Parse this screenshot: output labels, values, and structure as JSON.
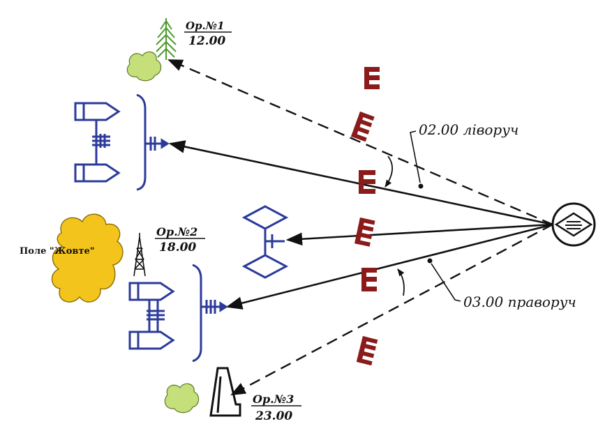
{
  "landmarks": [
    {
      "name": "Ор.№1",
      "direction": "12.00"
    },
    {
      "name": "Ор.№2",
      "direction": "18.00"
    },
    {
      "name": "Ор.№3",
      "direction": "23.00"
    }
  ],
  "annotations": {
    "left_turn": "02.00 ліворуч",
    "right_turn": "03.00 праворуч",
    "field_label": "Поле \"Жовте\""
  },
  "colors": {
    "friendly_blue": "#2b3a9a",
    "enemy_red": "#8b1a1a",
    "bush_green": "#c5e07a",
    "field_yellow": "#f2c41c",
    "tree_green": "#4e9a2e",
    "line_black": "#111111"
  },
  "icons": {
    "observer": "observation-post-icon",
    "tree": "tree-icon",
    "tower": "lattice-tower-icon",
    "chimney": "chimney-icon"
  }
}
